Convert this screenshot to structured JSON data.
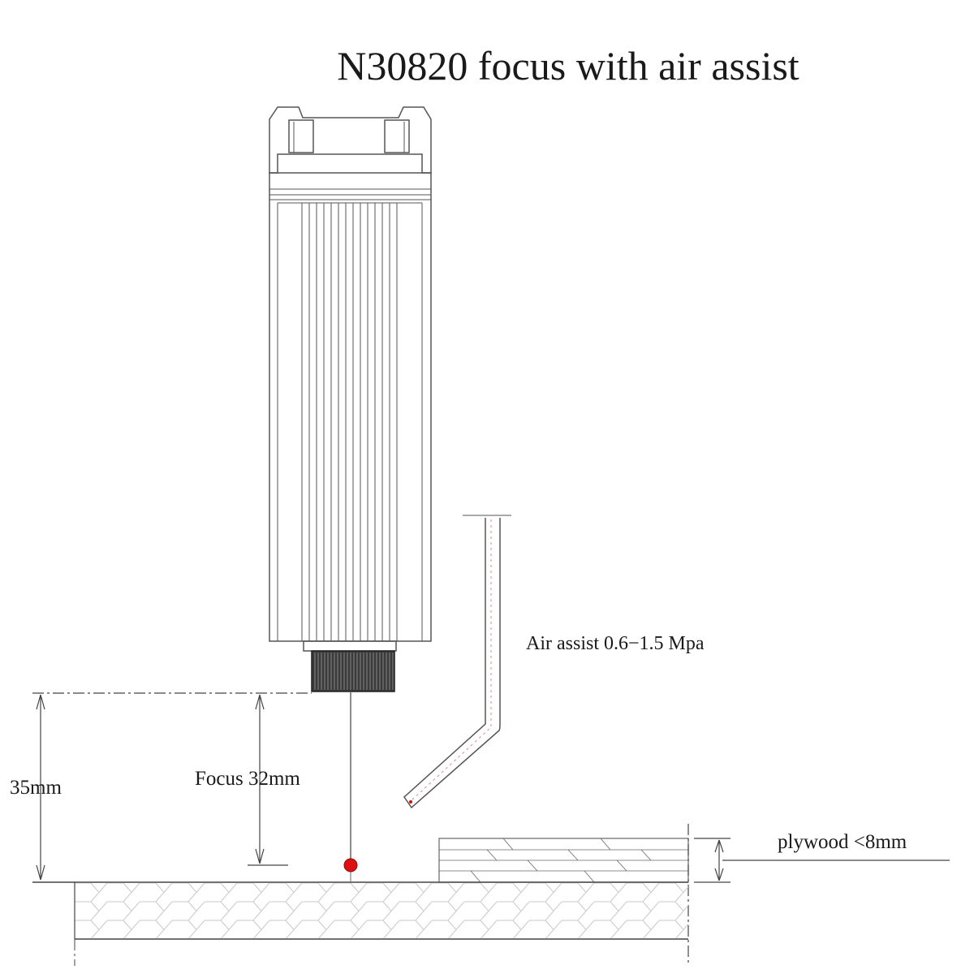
{
  "title": "N30820 focus with air assist",
  "labels": {
    "air_assist": "Air assist 0.6−1.5 Mpa",
    "focus": "Focus 32mm",
    "distance": "35mm",
    "plywood": "plywood <8mm"
  },
  "colors": {
    "line": "#555555",
    "focus_point": "#dd1111",
    "text": "#1a1a1a"
  }
}
